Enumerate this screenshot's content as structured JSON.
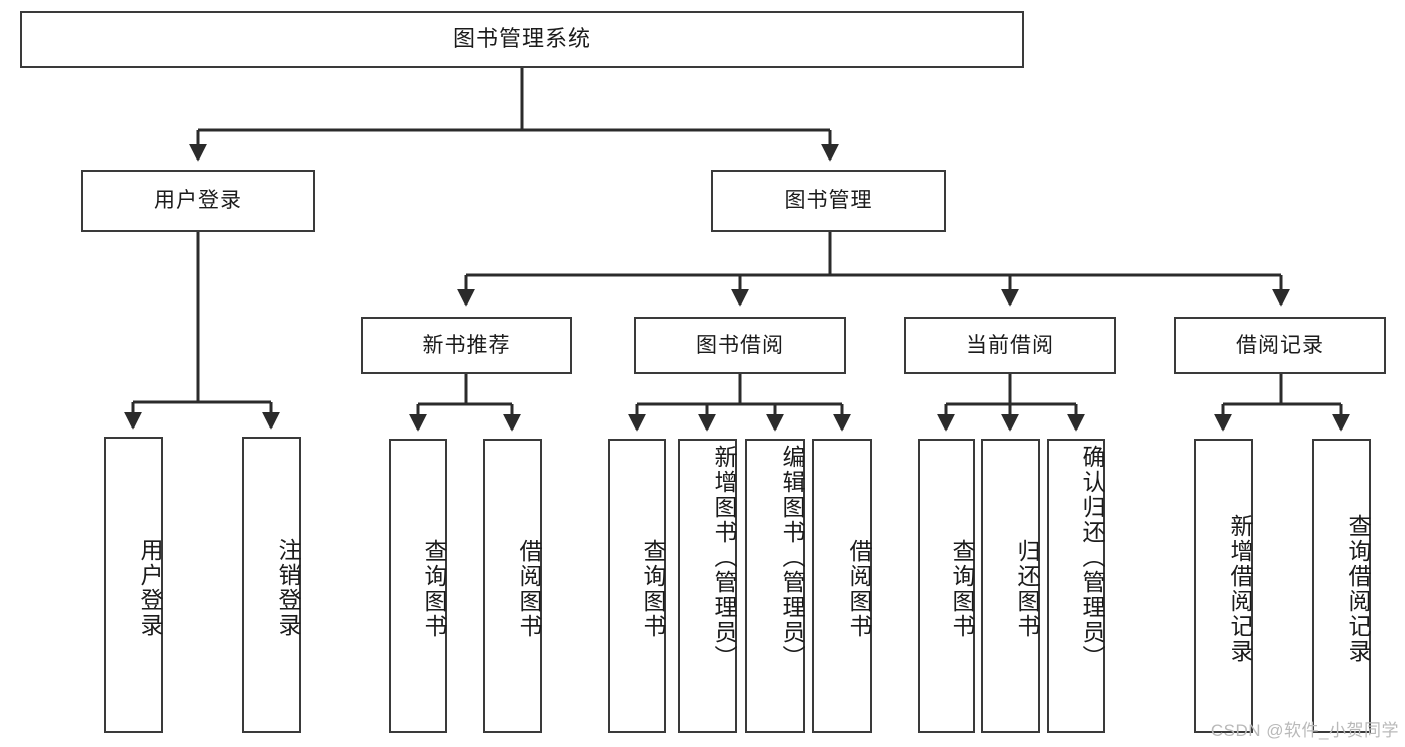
{
  "diagram": {
    "title": "图书管理系统",
    "type": "hierarchy-tree",
    "watermark": "CSDN @软件_小贺同学",
    "colors": {
      "box_border": "#3a3a3a",
      "box_fill": "#ffffff",
      "connector": "#2b2b2b",
      "text": "#1b1b1b",
      "watermark": "#b9b9b9"
    },
    "levels": {
      "root": {
        "label": "图书管理系统"
      },
      "level1": [
        {
          "label": "用户登录"
        },
        {
          "label": "图书管理"
        }
      ],
      "level2": [
        {
          "label": "新书推荐"
        },
        {
          "label": "图书借阅"
        },
        {
          "label": "当前借阅"
        },
        {
          "label": "借阅记录"
        }
      ],
      "leaves": {
        "user_login": [
          {
            "label": "用户登录"
          },
          {
            "label": "注销登录"
          }
        ],
        "new_book_recommend": [
          {
            "label": "查询图书"
          },
          {
            "label": "借阅图书"
          }
        ],
        "book_borrow": [
          {
            "label": "查询图书"
          },
          {
            "label": "新增图书（管理员）"
          },
          {
            "label": "编辑图书（管理员）"
          },
          {
            "label": "借阅图书"
          }
        ],
        "current_borrow": [
          {
            "label": "查询图书"
          },
          {
            "label": "归还图书"
          },
          {
            "label": "确认归还（管理员）"
          }
        ],
        "borrow_record": [
          {
            "label": "新增借阅记录"
          },
          {
            "label": "查询借阅记录"
          }
        ]
      }
    }
  }
}
